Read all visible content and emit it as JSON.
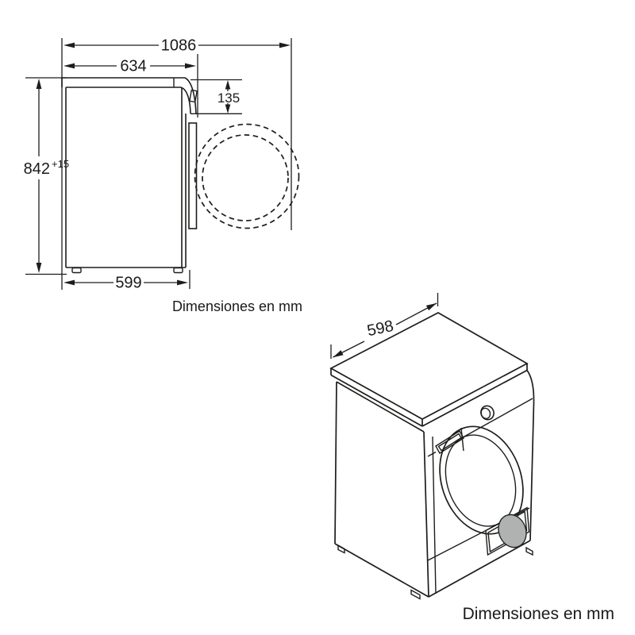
{
  "colors": {
    "background": "#ffffff",
    "line": "#1d1d1b",
    "text": "#1a1a1a",
    "filter_fill": "#b0b2b1"
  },
  "side_view": {
    "dim_depth_total_door_open_mm": "1086",
    "dim_depth_mm": "634",
    "dim_door_protrusion_mm": "135",
    "dim_height_mm": "842",
    "dim_height_tolerance": "+15",
    "dim_base_depth_mm": "599",
    "caption": "Dimensiones en mm"
  },
  "perspective_view": {
    "dim_width_mm": "598",
    "caption": "Dimensiones en mm"
  }
}
